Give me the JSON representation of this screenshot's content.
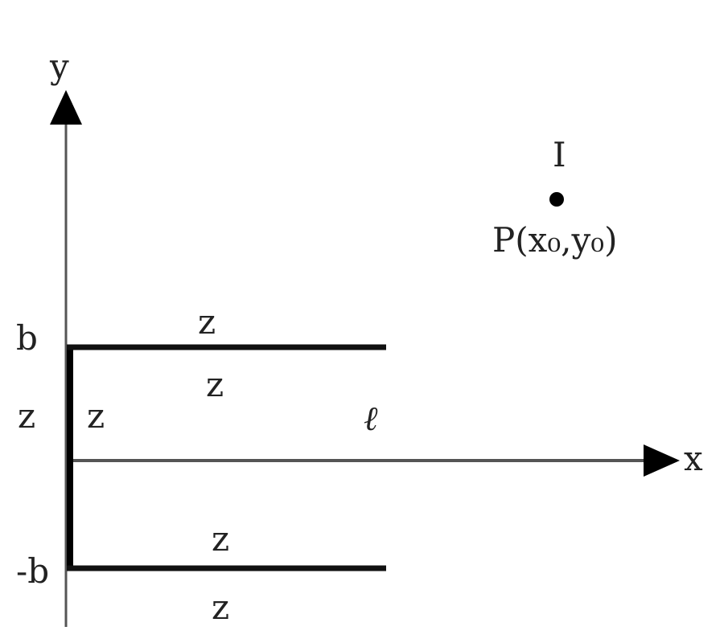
{
  "diagram": {
    "axes": {
      "x_label": "x",
      "y_label": "y"
    },
    "boundary_labels": {
      "top": "b",
      "bottom": "-b"
    },
    "point": {
      "label": "P(x₀,y₀)",
      "source_label": "I"
    },
    "length_label": "ℓ",
    "impedance_labels": {
      "above_top_plate": "z",
      "below_top_plate": "z",
      "left_of_wall": "z",
      "right_of_wall": "z",
      "above_bottom_plate": "z",
      "below_bottom_plate": "z"
    },
    "colors": {
      "line": "#000000",
      "axis": "#333333",
      "text": "#222222",
      "background": "#ffffff"
    }
  }
}
